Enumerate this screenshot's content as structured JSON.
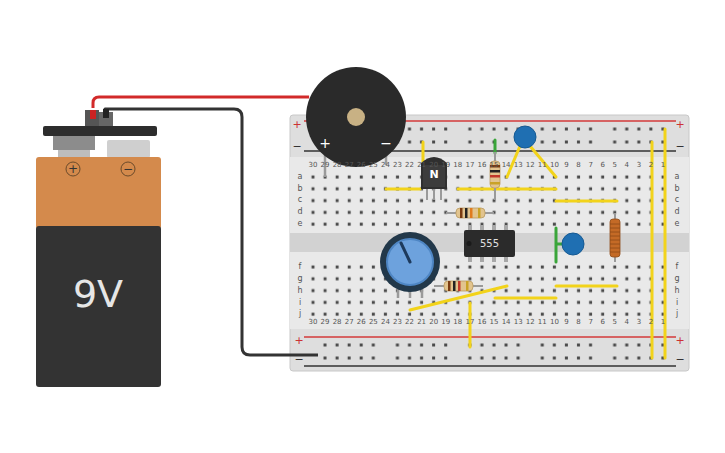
{
  "diagram": {
    "nodes": [
      {
        "text": [
          "+",
          "−",
          "9V"
        ]
      },
      {
        "text": [
          "+",
          "−"
        ]
      },
      {
        "text": [
          "N"
        ]
      },
      {
        "text": [
          "555"
        ]
      }
    ],
    "edges": [
      {
        "from": 0,
        "to": 1,
        "arrow": "none"
      }
    ],
    "labels": [
      "+",
      "−",
      "+",
      "−",
      "+",
      "−",
      "+",
      "−",
      "30",
      "29",
      "28",
      "27",
      "26",
      "25",
      "24",
      "23",
      "22",
      "21",
      "20",
      "19",
      "18",
      "17",
      "16",
      "15",
      "14",
      "13",
      "12",
      "11",
      "10",
      "9",
      "8",
      "7",
      "6",
      "5",
      "4",
      "3",
      "2",
      "1",
      "a",
      "b",
      "c",
      "d",
      "e",
      "a",
      "b",
      "c",
      "d",
      "e",
      "f",
      "g",
      "h",
      "i",
      "j",
      "f",
      "g",
      "h",
      "i",
      "j",
      "30",
      "29",
      "28",
      "27",
      "26",
      "25",
      "24",
      "23",
      "22",
      "21",
      "20",
      "19",
      "18",
      "17",
      "16",
      "15",
      "14",
      "13",
      "12",
      "11",
      "10",
      "9",
      "8",
      "7",
      "6",
      "5",
      "4",
      "3",
      "2",
      "1"
    ]
  }
}
